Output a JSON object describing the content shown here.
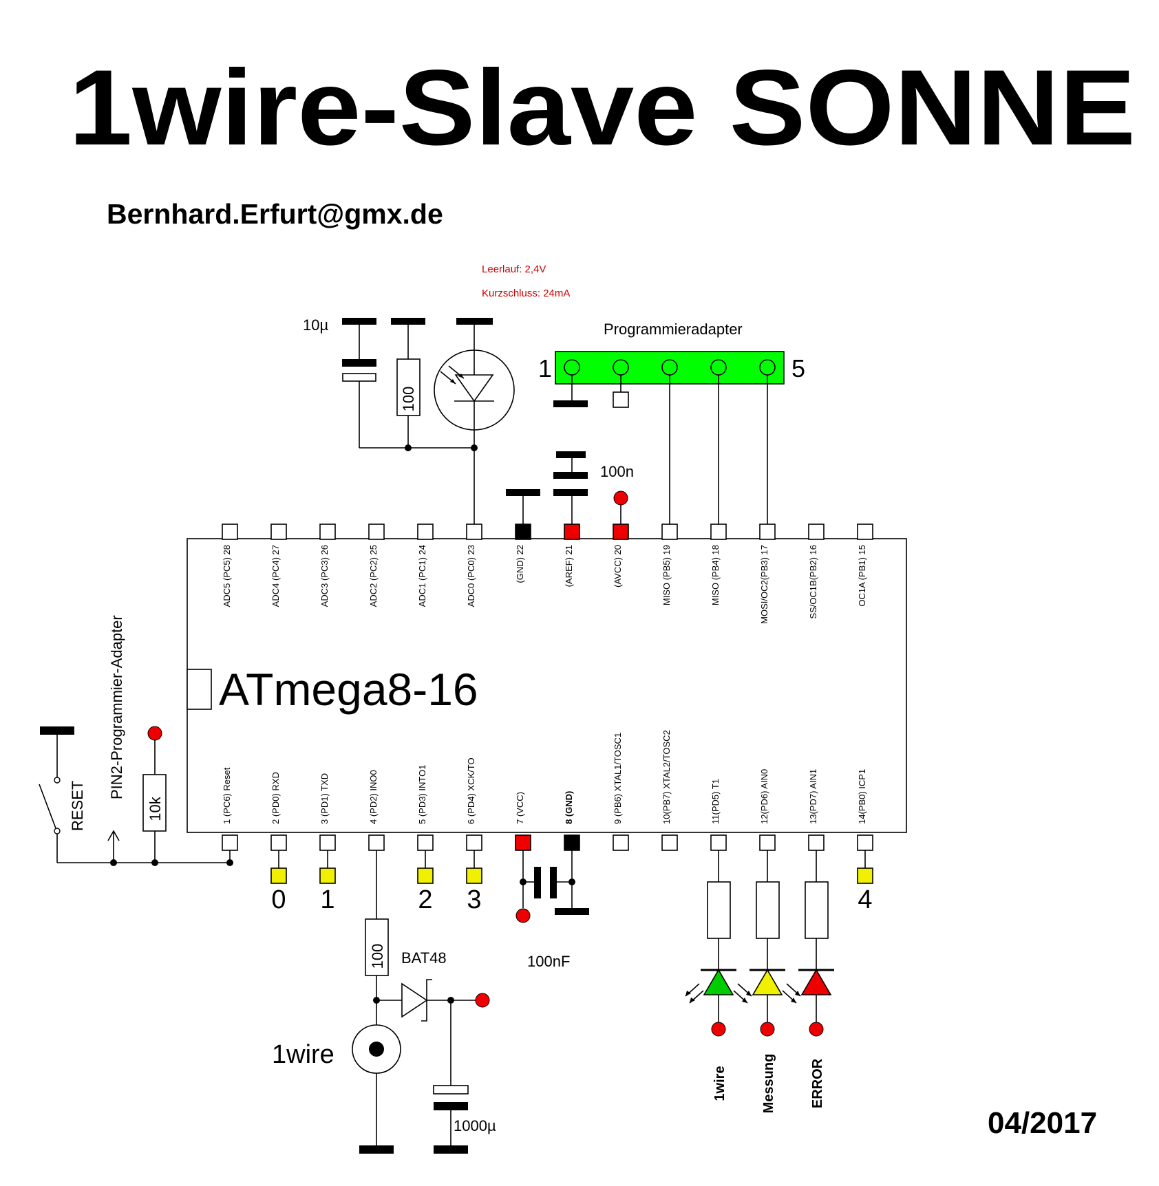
{
  "title": "1wire-Slave SONNE",
  "author": "Bernhard.Erfurt@gmx.de",
  "date": "04/2017",
  "chip": "ATmega8-16",
  "notes": [
    "Leerlauf: 2,4V",
    "Kurzschluss: 24mA"
  ],
  "prog_adapter": {
    "label": "Programmieradapter",
    "pin_first": "1",
    "pin_last": "5"
  },
  "top_pins": [
    "ADC5 (PC5) 28",
    "ADC4 (PC4) 27",
    "ADC3 (PC3) 26",
    "ADC2 (PC2) 25",
    "ADC1 (PC1) 24",
    "ADC0 (PC0) 23",
    "(GND) 22",
    "(AREF) 21",
    "(AVCC) 20",
    "MISO (PB5) 19",
    "MISO (PB4) 18",
    "MOSI/OC2(PB3) 17",
    "SS/OC1B(PB2) 16",
    "OC1A (PB1) 15"
  ],
  "bottom_pins": [
    "1 (PC6) Reset",
    "2 (PD0) RXD",
    "3 (PD1) TXD",
    "4 (PD2) INO0",
    "5 (PD3) INTO1",
    "6 (PD4) XCK/TO",
    "7 (VCC)",
    "8 (GND)",
    "9 (PB6) XTAL1/TOSC1",
    "10(PB7) XTAL2/TOSC2",
    "11(PD5) T1",
    "12(PD6) AIN0",
    "13(PD7) AIN1",
    "14(PB0) ICP1"
  ],
  "components": {
    "cap_top": "10µ",
    "res_top": "100",
    "cap_aref": "100n",
    "res_reset": "10k",
    "reset_switch": "RESET",
    "prog_pin2": "PIN2-Programmier-Adapter",
    "res_1wire": "100",
    "diode": "BAT48",
    "cap_bottom": "100nF",
    "connector": "1wire",
    "cap_big": "1000µ"
  },
  "io_labels": [
    "0",
    "1",
    "2",
    "3",
    "4"
  ],
  "leds": [
    {
      "label": "1wire",
      "color": "#00cc00"
    },
    {
      "label": "Messung",
      "color": "#f0f000"
    },
    {
      "label": "ERROR",
      "color": "#ee0000"
    }
  ],
  "colors": {
    "vcc": "#ee0000",
    "gnd": "#000000",
    "io": "#f0f000",
    "adapter": "#00ff00"
  }
}
